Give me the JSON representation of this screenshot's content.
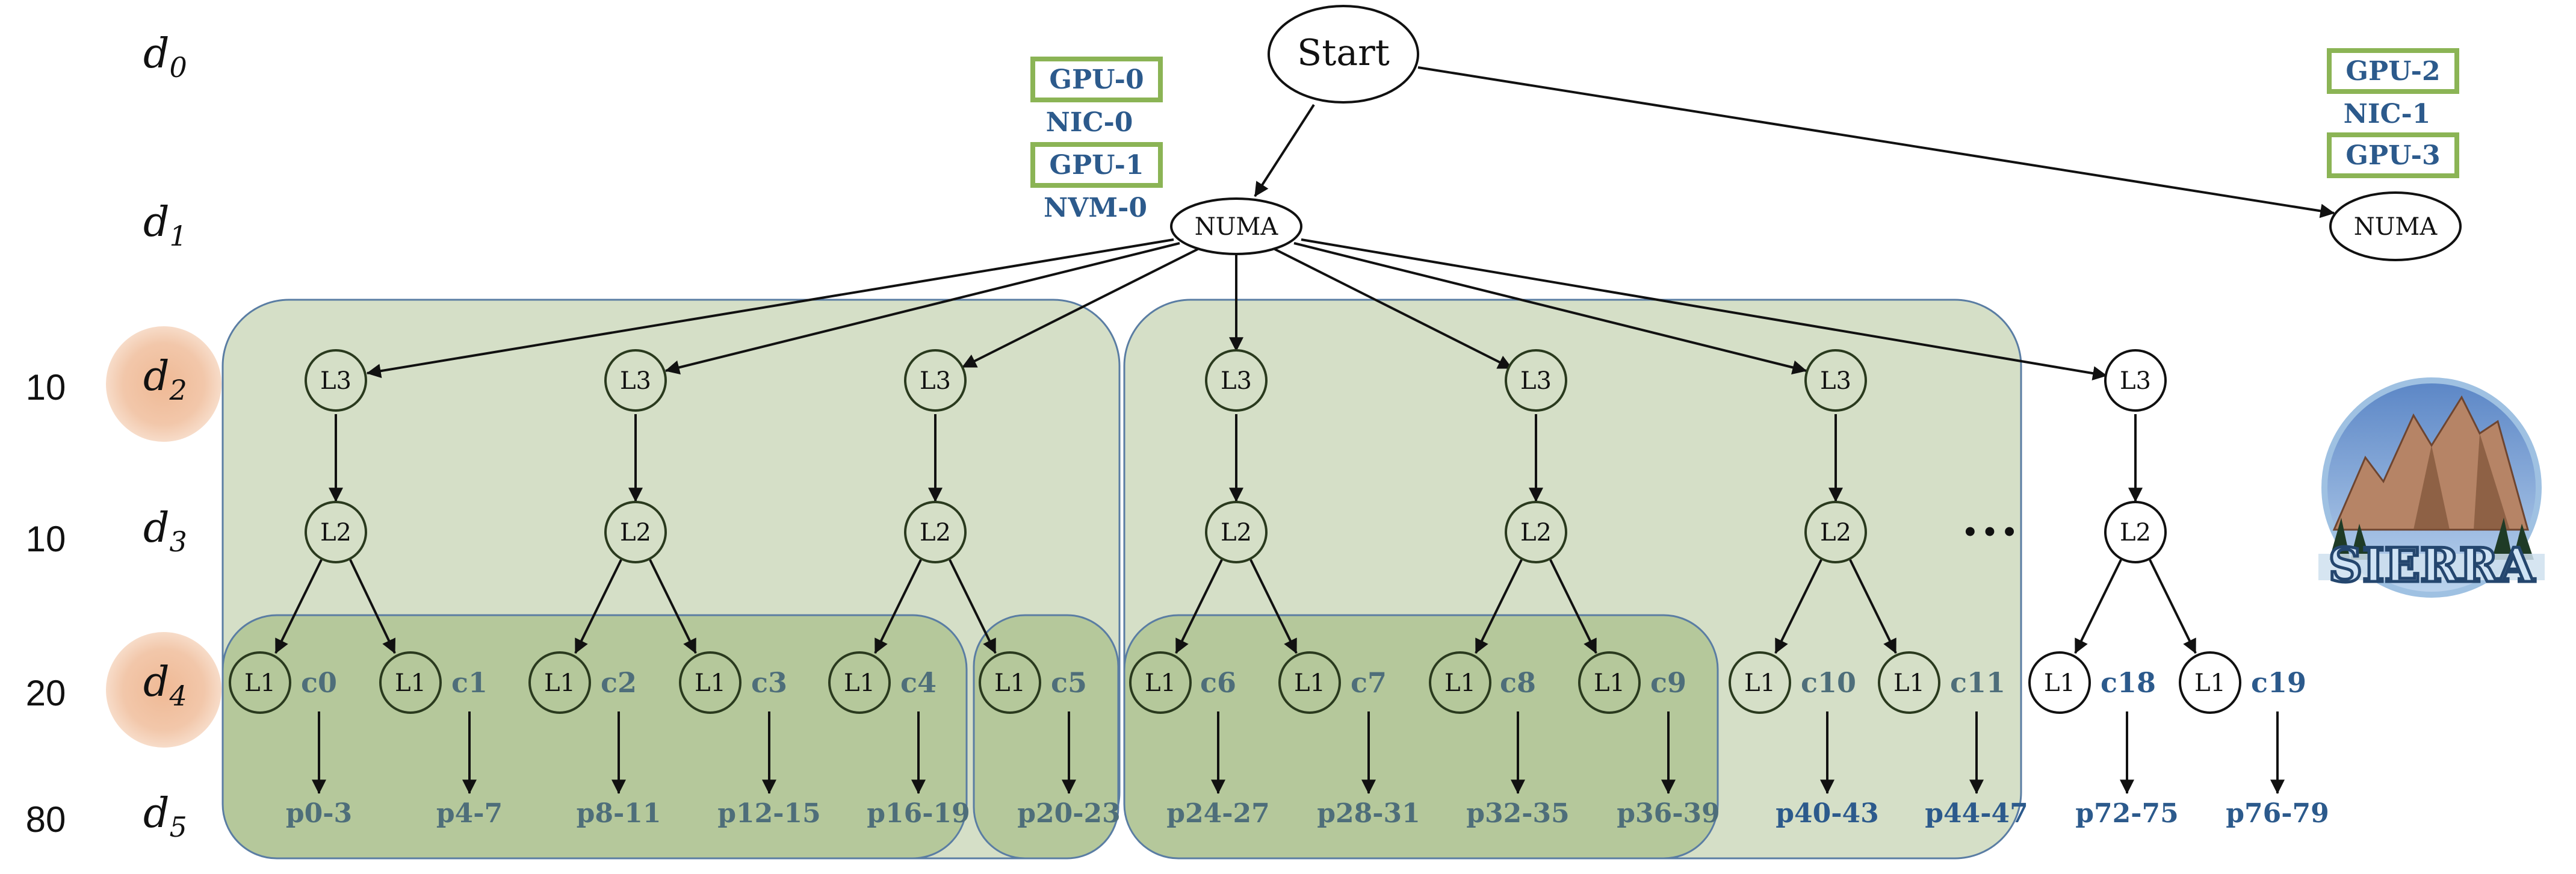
{
  "levels": {
    "d0": {
      "letter": "d",
      "sub": "0"
    },
    "d1": {
      "letter": "d",
      "sub": "1"
    },
    "d2": {
      "letter": "d",
      "sub": "2",
      "count": "10"
    },
    "d3": {
      "letter": "d",
      "sub": "3",
      "count": "10"
    },
    "d4": {
      "letter": "d",
      "sub": "4",
      "count": "20"
    },
    "d5": {
      "letter": "d",
      "sub": "5",
      "count": "80"
    }
  },
  "root": "Start",
  "numa": [
    "NUMA",
    "NUMA"
  ],
  "devices_left": [
    "GPU-0",
    "NIC-0",
    "GPU-1",
    "NVM-0"
  ],
  "devices_right": [
    "GPU-2",
    "NIC-1",
    "GPU-3"
  ],
  "l3": [
    "L3",
    "L3",
    "L3",
    "L3",
    "L3",
    "L3",
    "L3"
  ],
  "l2": [
    "L2",
    "L2",
    "L2",
    "L2",
    "L2",
    "L2",
    "L2"
  ],
  "l1": [
    "L1",
    "L1",
    "L1",
    "L1",
    "L1",
    "L1",
    "L1",
    "L1",
    "L1",
    "L1",
    "L1",
    "L1",
    "L1",
    "L1"
  ],
  "cores": [
    "c0",
    "c1",
    "c2",
    "c3",
    "c4",
    "c5",
    "c6",
    "c7",
    "c8",
    "c9",
    "c10",
    "c11",
    "c18",
    "c19"
  ],
  "pus": [
    "p0-3",
    "p4-7",
    "p8-11",
    "p12-15",
    "p16-19",
    "p20-23",
    "p24-27",
    "p28-31",
    "p32-35",
    "p36-39",
    "p40-43",
    "p44-47",
    "p72-75",
    "p76-79"
  ],
  "ellipsis": "• • •",
  "logo_text": "SIERRA",
  "colors": {
    "group_fill": "#d5dfc7",
    "group_fill_dark": "#b5c89b",
    "group_stroke": "#5a7da3",
    "text_blue": "#2c5a8c",
    "text_teal": "#4e6e7a",
    "device_border": "#8bb455",
    "highlight": "#f2c7aa",
    "node_stroke_dark": "#2a3a1e"
  }
}
